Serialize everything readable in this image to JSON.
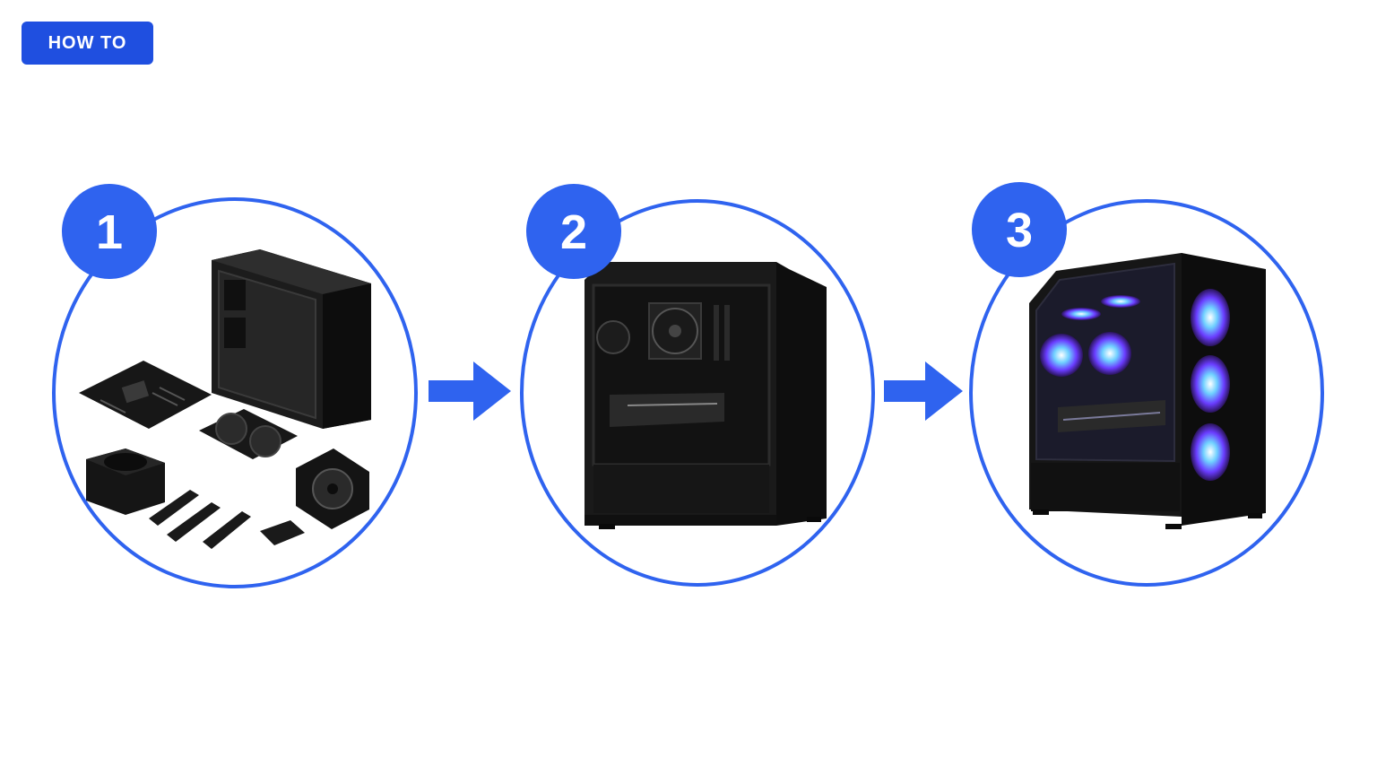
{
  "badge": {
    "label": "HOW TO"
  },
  "colors": {
    "accent": "#2f63ef",
    "badge_bg": "#1f4fe0",
    "hardware": "#141414",
    "rgb_glow": "#7a5cff"
  },
  "steps": [
    {
      "number": "1",
      "image": "unassembled-pc-components"
    },
    {
      "number": "2",
      "image": "assembled-pc-case"
    },
    {
      "number": "3",
      "image": "finished-rgb-pc"
    }
  ],
  "arrows": [
    {
      "icon": "right-arrow-icon"
    },
    {
      "icon": "right-arrow-icon"
    }
  ]
}
